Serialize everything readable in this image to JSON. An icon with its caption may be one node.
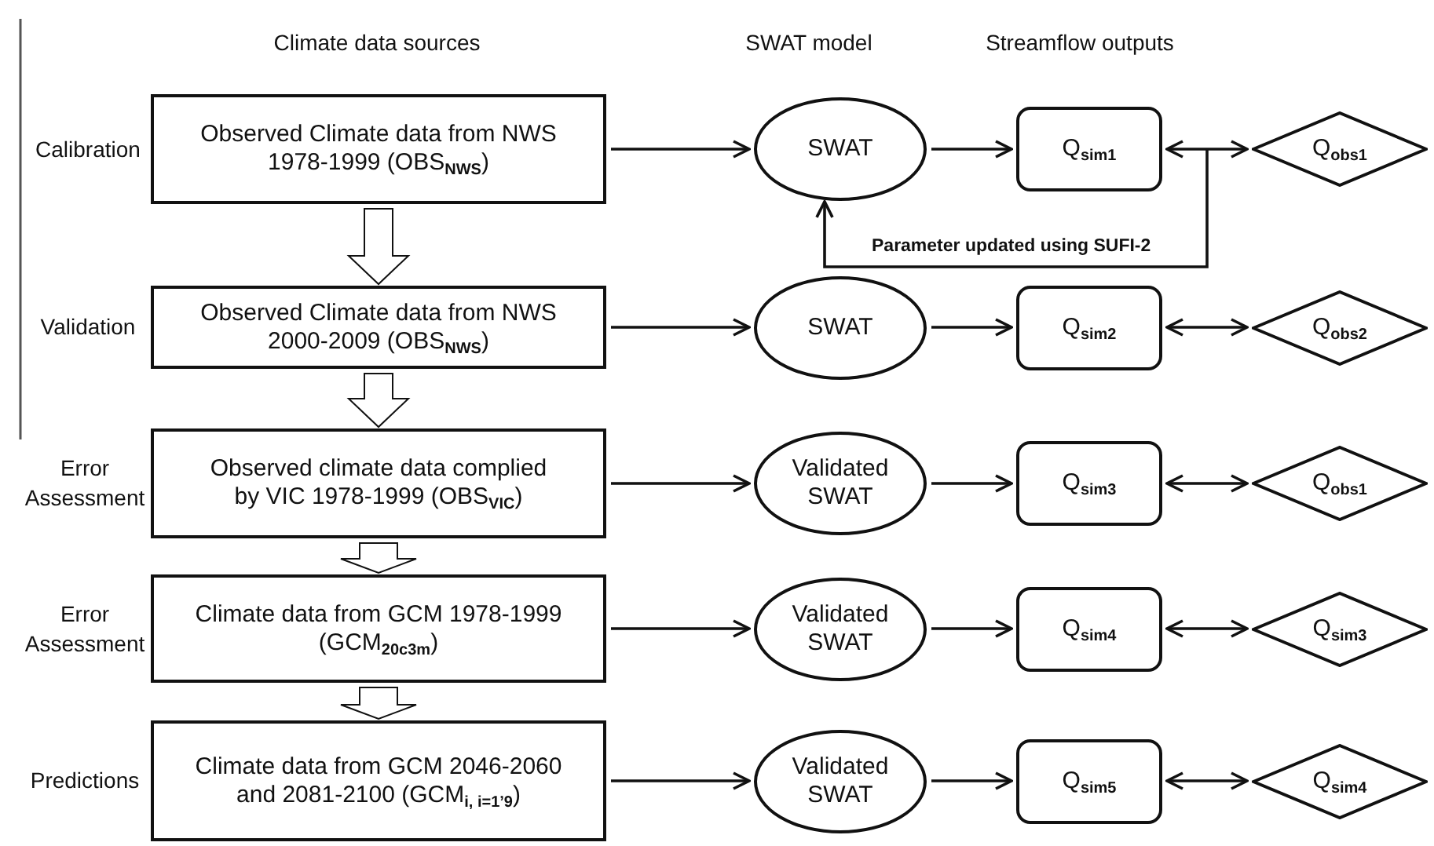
{
  "diagram": {
    "nodes": [
      {
        "text": [
          "Observed Climate data from NWS 1978-1999 (OBS$_{NWS}$)"
        ]
      },
      {
        "text": [
          "Observed Climate data from NWS 2000-2009 (OBS$_{NWS}$)"
        ]
      },
      {
        "text": [
          "Observed climate data complied by VIC 1978-1999 (OBS$_{VIC}$)"
        ]
      },
      {
        "text": [
          "Climate data from GCM 1978-1999 (GCM$_{20c3m}$)"
        ]
      },
      {
        "text": [
          "Climate data from GCM 2046-2060 and 2081-2100 (GCM$_{i, i=1’9}$)"
        ]
      },
      {
        "text": [
          "SWAT"
        ]
      },
      {
        "text": [
          "SWAT"
        ]
      },
      {
        "text": [
          "Validated SWAT"
        ]
      },
      {
        "text": [
          "Validated SWAT"
        ]
      },
      {
        "text": [
          "Validated SWAT"
        ]
      },
      {
        "text": [
          "Q$_{sim1}$"
        ]
      },
      {
        "text": [
          "Q$_{sim2}$"
        ]
      },
      {
        "text": [
          "Q$_{sim3}$"
        ]
      },
      {
        "text": [
          "Q$_{sim4}$"
        ]
      },
      {
        "text": [
          "Q$_{sim5}$"
        ]
      },
      {
        "text": [
          "Q$_{obs1}$"
        ]
      },
      {
        "text": [
          "Q$_{obs2}$"
        ]
      },
      {
        "text": [
          "Q$_{obs1}$"
        ]
      },
      {
        "text": [
          "Q$_{sim3}$"
        ]
      },
      {
        "text": [
          "Q$_{sim4}$"
        ]
      }
    ],
    "edges": [
      {
        "from": 0,
        "to": 5,
        "arrow": "to"
      },
      {
        "from": 1,
        "to": 6,
        "arrow": "to"
      },
      {
        "from": 2,
        "to": 7,
        "arrow": "to"
      },
      {
        "from": 3,
        "to": 8,
        "arrow": "to"
      },
      {
        "from": 4,
        "to": 9,
        "arrow": "to"
      },
      {
        "from": 5,
        "to": 10,
        "arrow": "to"
      },
      {
        "from": 6,
        "to": 11,
        "arrow": "to"
      },
      {
        "from": 7,
        "to": 12,
        "arrow": "to"
      },
      {
        "from": 8,
        "to": 13,
        "arrow": "to"
      },
      {
        "from": 9,
        "to": 14,
        "arrow": "to"
      },
      {
        "from": 10,
        "to": 15,
        "arrow": "both"
      },
      {
        "from": 11,
        "to": 16,
        "arrow": "both"
      },
      {
        "from": 12,
        "to": 17,
        "arrow": "both"
      },
      {
        "from": 13,
        "to": 18,
        "arrow": "both"
      },
      {
        "from": 14,
        "to": 19,
        "arrow": "both"
      },
      {
        "from": 0,
        "to": 1,
        "arrow": "to",
        "style": "thick"
      },
      {
        "from": 1,
        "to": 2,
        "arrow": "to",
        "style": "thick"
      },
      {
        "from": 2,
        "to": 3,
        "arrow": "to",
        "style": "thick"
      },
      {
        "from": 3,
        "to": 4,
        "arrow": "to",
        "style": "thick"
      },
      {
        "from": null,
        "to": 5,
        "arrow": "to",
        "label": "Parameter updated using SUFI-2"
      }
    ],
    "labels": [
      "Climate data sources",
      "SWAT model",
      "Streamflow outputs",
      "Calibration",
      "Validation",
      "Error Assessment",
      "Error Assessment",
      "Predictions"
    ]
  }
}
